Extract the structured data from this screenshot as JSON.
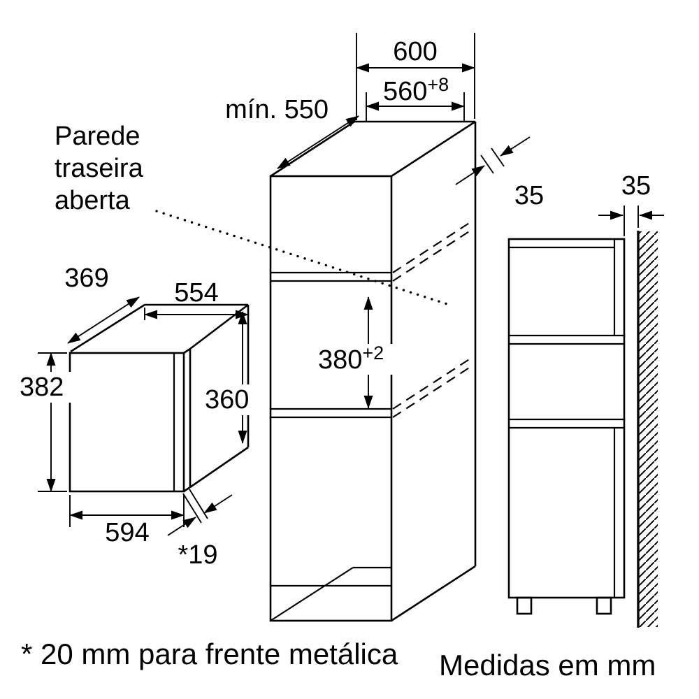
{
  "page": {
    "background": "#ffffff",
    "line_color": "#000000",
    "description": "Built-in microwave niche installation drawing"
  },
  "notes": {
    "back_wall": [
      "Parede",
      "traseira",
      "aberta"
    ],
    "footnote": "* 20 mm para frente metálica",
    "units": "Medidas em mm"
  },
  "dimensions": {
    "cabinet_outer_width": "600",
    "cabinet_min_depth": "mín. 550",
    "niche_width": "560",
    "niche_width_tol": "+8",
    "niche_height": "380",
    "niche_height_tol": "+2",
    "rear_gap": "35",
    "wall_gap": "35",
    "mw_depth": "369",
    "mw_body_width": "554",
    "mw_front_height": "382",
    "mw_body_height": "360",
    "mw_front_width": "594",
    "mw_front_offset": "*19"
  }
}
